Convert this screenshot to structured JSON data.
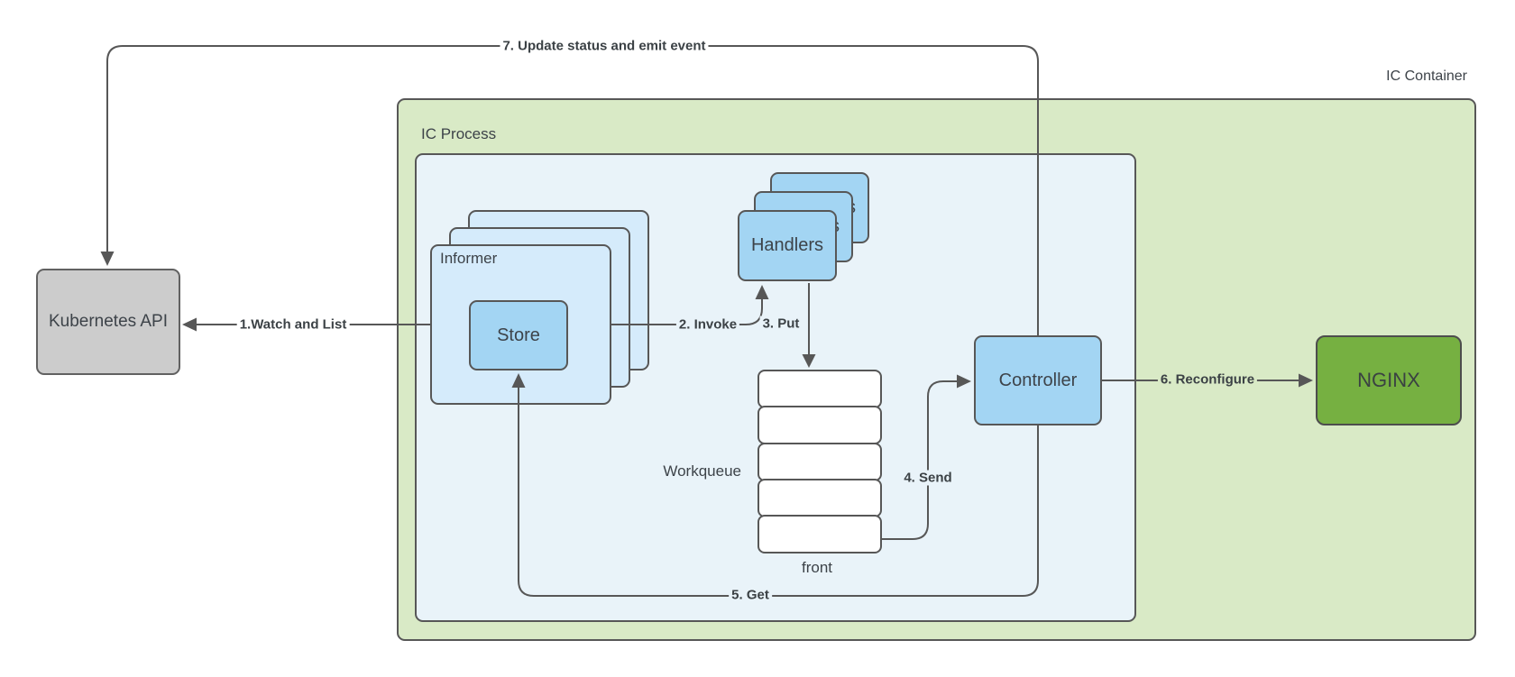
{
  "diagram": {
    "title_zone_outer": "IC Container",
    "title_zone_inner": "IC Process",
    "nodes": {
      "kubernetes_api": "Kubernetes API",
      "informer": "Informer",
      "store": "Store",
      "handlers": "Handlers",
      "workqueue": "Workqueue",
      "workqueue_front": "front",
      "controller": "Controller",
      "nginx": "NGINX"
    },
    "edges": [
      {
        "id": "watch",
        "label": "1.Watch and List"
      },
      {
        "id": "invoke",
        "label": "2. Invoke"
      },
      {
        "id": "put",
        "label": "3. Put"
      },
      {
        "id": "send",
        "label": "4. Send"
      },
      {
        "id": "get",
        "label": "5. Get"
      },
      {
        "id": "reconfigure",
        "label": "6. Reconfigure"
      },
      {
        "id": "update",
        "label": "7. Update status and emit event"
      }
    ],
    "colors": {
      "canvas": "#ffffff",
      "container_fill": "#d9eac6",
      "process_fill": "#e9f3f9",
      "informer_fill": "#d5ebfb",
      "node_blue_fill": "#a3d5f3",
      "nginx_fill": "#76b041",
      "k8s_fill": "#cccccc",
      "stroke": "#575757",
      "text": "#3d4349"
    }
  }
}
